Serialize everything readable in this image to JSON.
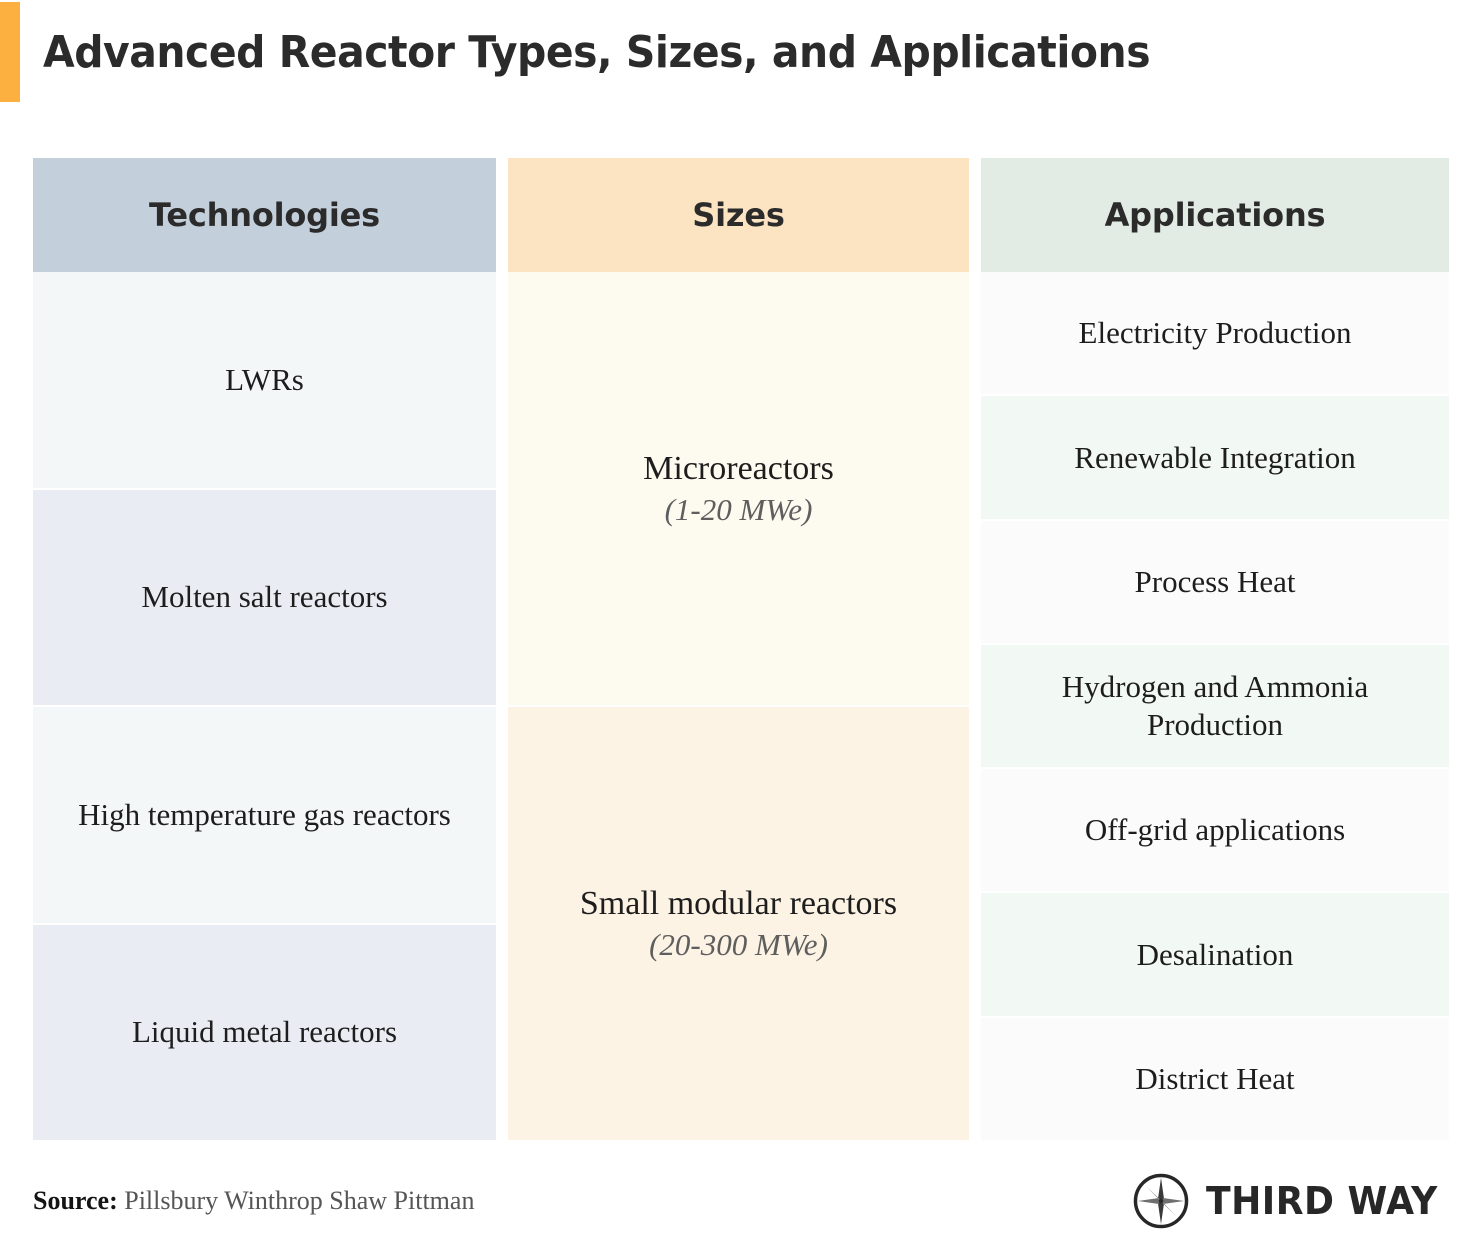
{
  "header": {
    "title": "Advanced Reactor Types, Sizes, and Applications",
    "accent_color": "#fbb040"
  },
  "table": {
    "columns": [
      {
        "key": "technologies",
        "header": "Technologies",
        "header_bg": "#c3cfdb",
        "cells": [
          {
            "label": "LWRs"
          },
          {
            "label": "Molten salt reactors"
          },
          {
            "label": "High temperature gas reactors"
          },
          {
            "label": "Liquid metal reactors"
          }
        ]
      },
      {
        "key": "sizes",
        "header": "Sizes",
        "header_bg": "#fce3c1",
        "cells": [
          {
            "label": "Microreactors",
            "range": "(1-20 MWe)"
          },
          {
            "label": "Small modular reactors",
            "range": "(20-300 MWe)"
          }
        ]
      },
      {
        "key": "applications",
        "header": "Applications",
        "header_bg": "#e3ece4",
        "cells": [
          {
            "label": "Electricity Production"
          },
          {
            "label": "Renewable Integration"
          },
          {
            "label": "Process Heat"
          },
          {
            "label": "Hydrogen and Ammonia Production"
          },
          {
            "label": "Off-grid applications"
          },
          {
            "label": "Desalination"
          },
          {
            "label": "District Heat"
          }
        ]
      }
    ]
  },
  "footer": {
    "source_label": "Source:",
    "source_value": "Pillsbury Winthrop Shaw Pittman",
    "logo_text": "THIRD WAY",
    "logo_icon": "compass-star-icon"
  }
}
